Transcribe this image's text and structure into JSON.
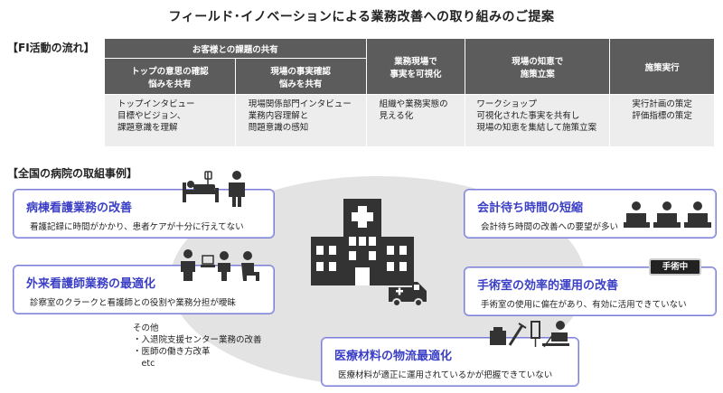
{
  "title": "フィールド･イノベーションによる業務改善への取り組みのご提案",
  "fi_flow": {
    "label": "【FI活動の流れ】",
    "group_header": "お客様との課題の共有",
    "columns": [
      {
        "header": [
          "トップの意思の確認",
          "悩みを共有"
        ],
        "body": [
          "トップインタビュー",
          "目標やビジョン、",
          "課題意識を理解"
        ]
      },
      {
        "header": [
          "現場の事実確認",
          "悩みを共有"
        ],
        "body": [
          "現場関係部門インタビュー",
          "業務内容理解と",
          "問題意識の感知"
        ]
      },
      {
        "header": [
          "業務現場で",
          "事実を可視化"
        ],
        "body": [
          "組織や業務実態の",
          "見える化"
        ]
      },
      {
        "header": [
          "現場の知恵で",
          "施策立案"
        ],
        "body": [
          "ワークショップ",
          "可視化された事実を共有し",
          "現場の知恵を集結して施策立案"
        ]
      },
      {
        "header": [
          "施策実行"
        ],
        "body": [
          "実行計画の策定",
          "評価指標の策定"
        ]
      }
    ]
  },
  "cases": {
    "label": "【全国の病院の取組事例】",
    "items": [
      {
        "title": "病棟看護業務の改善",
        "desc": "看護記録に時間がかかり、患者ケアが十分に行えてない"
      },
      {
        "title": "外来看護師業務の最適化",
        "desc": "診察室のクラークと看護師との役割や業務分担が曖昧"
      },
      {
        "title": "会計待ち時間の短縮",
        "desc": "会計待ち時間の改善への要望が多い"
      },
      {
        "title": "手術室の効率的運用の改善",
        "desc": "手術室の使用に偏在があり、有効に活用できていない"
      },
      {
        "title": "医療材料の物流最適化",
        "desc": "医療材料が適正に運用されているかが把握できていない"
      }
    ],
    "surgery_badge": "手術中",
    "others_title": "その他",
    "others": [
      "・入退院支援センター業務の改善",
      "・医師の働き方改革",
      "　etc"
    ]
  },
  "colors": {
    "accent": "#3b3fc5",
    "header_bg": "#5c5c5c",
    "cell_bg": "#ededed",
    "oval": "#e3e3e3",
    "icon": "#333333"
  },
  "icons": [
    "patient-bed-icon",
    "doctor-icon",
    "consultation-icon",
    "hospital-building-icon",
    "ambulance-icon",
    "waiting-people-icon",
    "medical-supplies-icon"
  ]
}
